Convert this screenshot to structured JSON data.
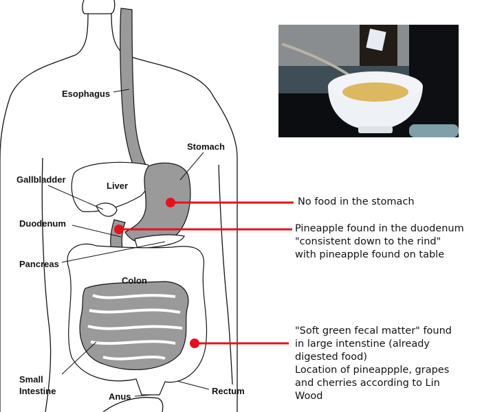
{
  "labels": {
    "esophagus": "Esophagus",
    "stomach": "Stomach",
    "gallbladder": "Gallbladder",
    "liver": "Liver",
    "duodenum": "Duodenum",
    "pancreas": "Pancreas",
    "colon": "Colon",
    "small_intestine_1": "Small",
    "small_intestine_2": "Intestine",
    "anus": "Anus",
    "rectum": "Rectum"
  },
  "annotations": {
    "stomach": "No food in the stomach",
    "duodenum": "Pineapple found in the duodenum\n\"consistent down to the rind\"\nwith pineapple found on table",
    "large_intestine": "\"Soft green fecal matter\" found\nin large intenstine (already\ndigested food)\nLocation of pineappple, grapes\nand cherries according to Lin\nWood"
  },
  "colors": {
    "marker": "#e8101a",
    "organ": "#9a9a9a"
  }
}
